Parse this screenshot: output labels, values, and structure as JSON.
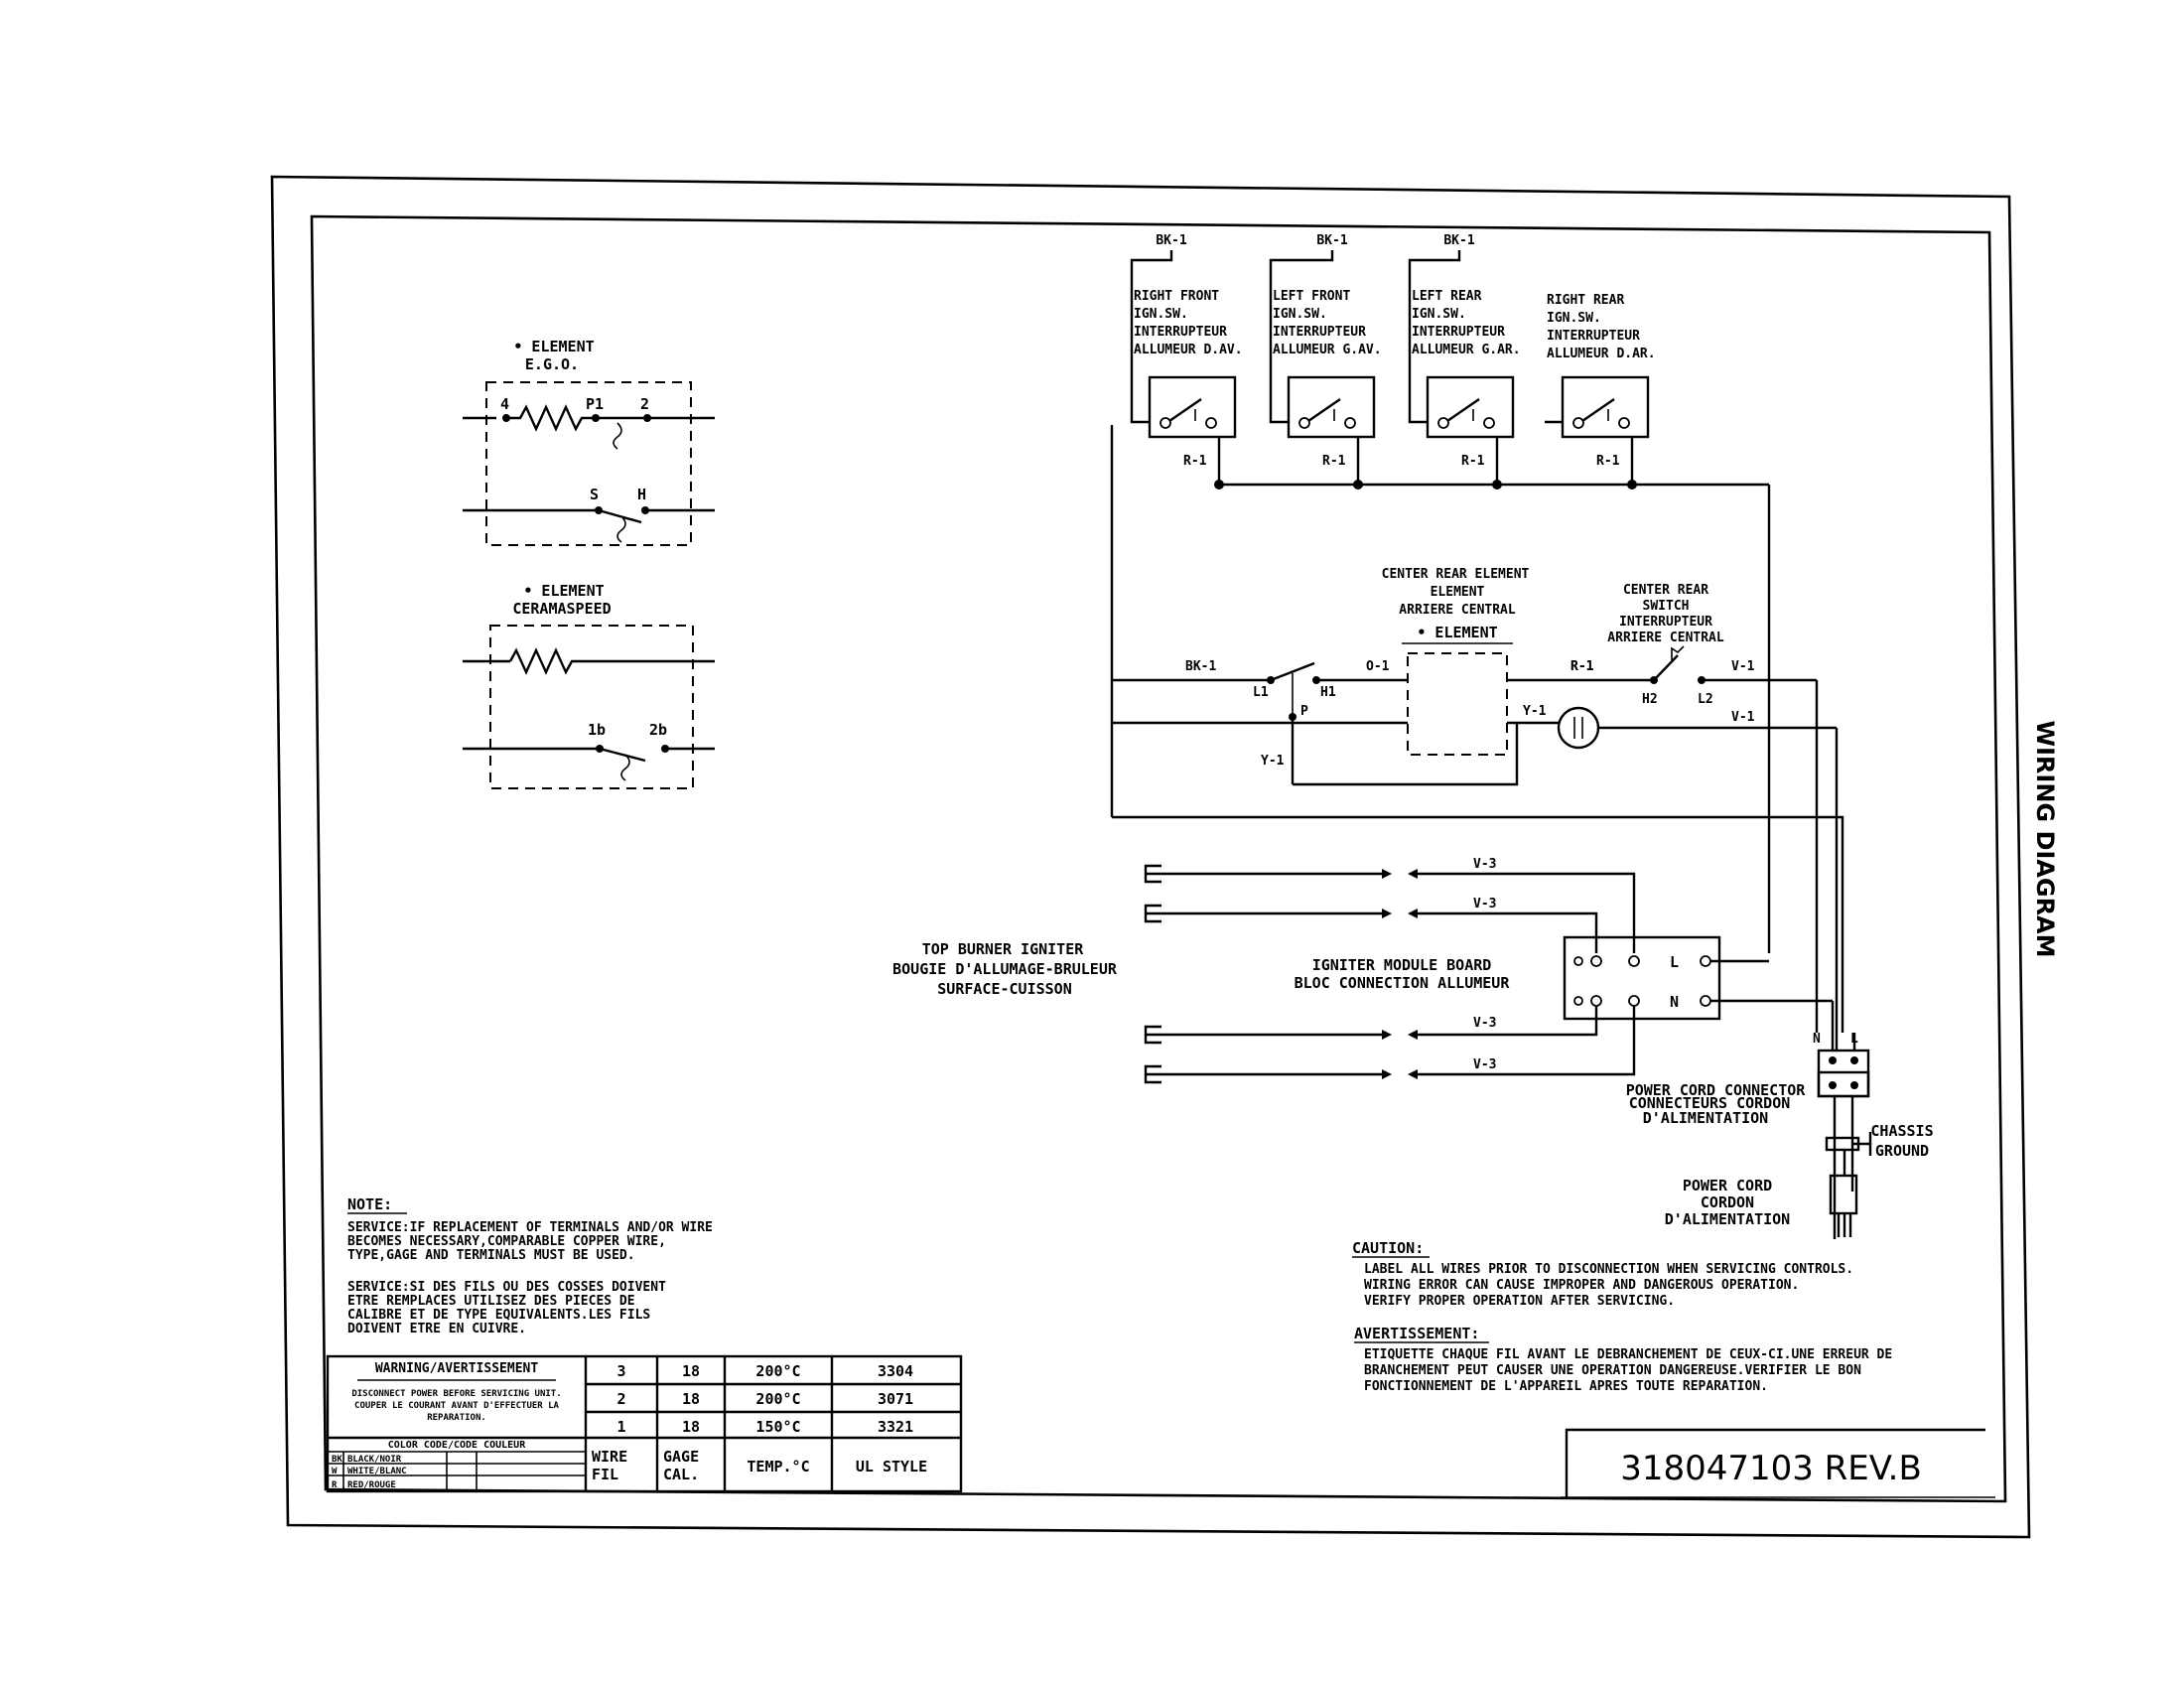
{
  "side_title": "WIRING DIAGRAM",
  "part_number": "318047103 REV.B",
  "ignition_switches": [
    {
      "wire_top": "BK-1",
      "lines": [
        "RIGHT FRONT",
        "IGN.SW.",
        "INTERRUPTEUR",
        "ALLUMEUR D.AV."
      ],
      "wire_bottom": "R-1"
    },
    {
      "wire_top": "BK-1",
      "lines": [
        "LEFT FRONT",
        "IGN.SW.",
        "INTERRUPTEUR",
        "ALLUMEUR G.AV."
      ],
      "wire_bottom": "R-1"
    },
    {
      "wire_top": "BK-1",
      "lines": [
        "LEFT REAR",
        "IGN.SW.",
        "INTERRUPTEUR",
        "ALLUMEUR G.AR."
      ],
      "wire_bottom": "R-1"
    },
    {
      "wire_top": "",
      "lines": [
        "RIGHT REAR",
        "IGN.SW.",
        "INTERRUPTEUR",
        "ALLUMEUR D.AR."
      ],
      "wire_bottom": "R-1"
    }
  ],
  "ego_element": {
    "title": [
      "• ELEMENT",
      "E.G.O."
    ],
    "terminals_top": [
      "4",
      "P1",
      "2"
    ],
    "terminals_bottom": [
      "S",
      "H"
    ]
  },
  "ceramaspeed_element": {
    "title": [
      "• ELEMENT",
      "CERAMASPEED"
    ],
    "terminals": [
      "1b",
      "2b"
    ]
  },
  "center_rear_element": {
    "title": [
      "CENTER REAR ELEMENT",
      "ELEMENT",
      "ARRIERE CENTRAL"
    ],
    "element_label": "• ELEMENT"
  },
  "center_rear_switch": {
    "title": [
      "CENTER REAR",
      "SWITCH",
      "INTERRUPTEUR",
      "ARRIERE CENTRAL"
    ],
    "terminals": [
      "H2",
      "L2"
    ]
  },
  "center_circuit": {
    "left_wire": "BK-1",
    "switch_terminals": [
      "L1",
      "H1",
      "P"
    ],
    "wires": [
      "O-1",
      "R-1",
      "V-1",
      "Y-1",
      "V-1",
      "Y-1"
    ]
  },
  "igniter_wires": [
    "V-3",
    "V-3",
    "V-3",
    "V-3"
  ],
  "top_burner_igniter": [
    "TOP BURNER IGNITER",
    "BOUGIE D'ALLUMAGE-BRULEUR",
    "SURFACE-CUISSON"
  ],
  "igniter_module": {
    "label": [
      "IGNITER MODULE BOARD",
      "BLOC CONNECTION ALLUMEUR"
    ],
    "terminals": [
      "L",
      "N"
    ]
  },
  "power_cord_connector": {
    "terminals": [
      "N",
      "L"
    ],
    "label": [
      "POWER CORD CONNECTOR",
      "CONNECTEURS CORDON",
      "D'ALIMENTATION"
    ]
  },
  "chassis_ground": [
    "CHASSIS",
    "GROUND"
  ],
  "power_cord": [
    "POWER CORD",
    "CORDON",
    "D'ALIMENTATION"
  ],
  "note": {
    "heading": "NOTE:",
    "english": [
      "SERVICE:IF REPLACEMENT OF TERMINALS AND/OR WIRE",
      "BECOMES NECESSARY,COMPARABLE COPPER WIRE,",
      "TYPE,GAGE AND TERMINALS MUST BE USED."
    ],
    "french": [
      "SERVICE:SI DES FILS OU DES COSSES DOIVENT",
      "ETRE REMPLACES UTILISEZ DES PIECES DE",
      "CALIBRE ET DE TYPE EQUIVALENTS.LES FILS",
      "DOIVENT ETRE EN CUIVRE."
    ]
  },
  "caution": {
    "heading": "CAUTION:",
    "english": [
      "LABEL ALL WIRES PRIOR TO DISCONNECTION WHEN SERVICING CONTROLS.",
      "WIRING ERROR CAN CAUSE IMPROPER AND DANGEROUS OPERATION.",
      "VERIFY PROPER OPERATION AFTER SERVICING."
    ],
    "french_heading": "AVERTISSEMENT:",
    "french": [
      "ETIQUETTE CHAQUE FIL AVANT LE DEBRANCHEMENT DE CEUX-CI.UNE ERREUR DE",
      "BRANCHEMENT PEUT CAUSER UNE OPERATION DANGEREUSE.VERIFIER LE BON",
      "FONCTIONNEMENT DE L'APPAREIL APRES TOUTE REPARATION."
    ]
  },
  "warning_box": {
    "title": "WARNING/AVERTISSEMENT",
    "lines": [
      "DISCONNECT POWER BEFORE SERVICING UNIT.",
      "COUPER LE COURANT AVANT D'EFFECTUER LA",
      "REPARATION."
    ],
    "color_code_title": "COLOR CODE/CODE COULEUR",
    "color_rows": [
      [
        "BK",
        "BLACK/NOIR"
      ],
      [
        "W",
        "WHITE/BLANC"
      ],
      [
        "R",
        "RED/ROUGE"
      ]
    ]
  },
  "wire_table": {
    "rows": [
      [
        "3",
        "18",
        "200°C",
        "3304"
      ],
      [
        "2",
        "18",
        "200°C",
        "3071"
      ],
      [
        "1",
        "18",
        "150°C",
        "3321"
      ]
    ],
    "headers": [
      [
        "WIRE",
        "FIL"
      ],
      [
        "GAGE",
        "CAL."
      ],
      [
        "TEMP.°C"
      ],
      [
        "UL STYLE"
      ]
    ]
  }
}
